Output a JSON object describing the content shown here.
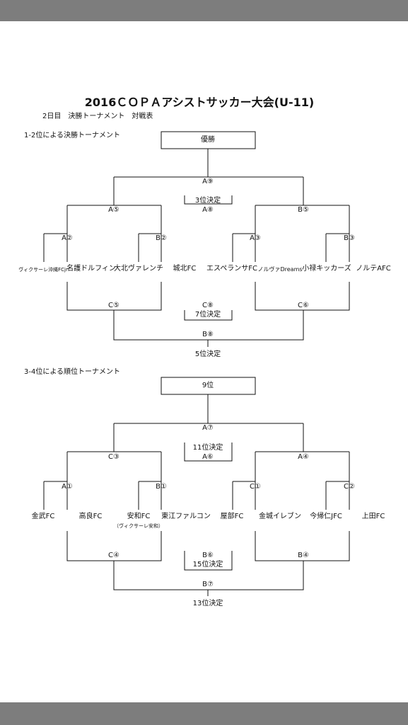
{
  "header": {
    "title": "2016ＣＯＰＡアシストサッカー大会(U-11)",
    "subtitle": "2日目　決勝トーナメント　対戦表"
  },
  "bracket1": {
    "heading": "1-2位による決勝トーナメント",
    "top_box": "優勝",
    "final": "A⑨",
    "third_place": {
      "label": "3位決定",
      "code": "A⑧"
    },
    "semis": {
      "left": "A⑤",
      "right": "B⑤"
    },
    "quarters": [
      "A②",
      "B②",
      "A③",
      "B③"
    ],
    "teams": [
      "ヴィクサーレ沖縄FCjr",
      "名護ドルフィン",
      "大北ヴァレンチ",
      "城北FC",
      "エスペランサFC",
      "ノルヴァDreams",
      "小禄キッカーズ",
      "ノルテAFC"
    ],
    "consolation": {
      "left": "C⑤",
      "right": "C⑥"
    },
    "seventh_place": {
      "code": "C⑧",
      "label": "7位決定"
    },
    "fifth_final": "B⑧",
    "fifth_label": "5位決定"
  },
  "bracket2": {
    "heading": "3-4位による順位トーナメント",
    "top_box": "9位",
    "final": "A⑦",
    "eleventh_place": {
      "label": "11位決定",
      "code": "A⑥"
    },
    "semis": {
      "left": "C③",
      "right": "A④"
    },
    "quarters": [
      "A①",
      "B①",
      "C①",
      "C②"
    ],
    "teams": [
      "金武FC",
      "高良FC",
      "安和FC",
      "東江ファルコン",
      "屋部FC",
      "金城イレブン",
      "今帰仁JFC",
      "上田FC"
    ],
    "team_note": "（ヴィクサーレ安和）",
    "consolation": {
      "left": "C④",
      "right": "B④"
    },
    "fifteenth_place": {
      "code": "B⑥",
      "label": "15位決定"
    },
    "thirteenth_final": "B⑦",
    "thirteenth_label": "13位決定"
  }
}
